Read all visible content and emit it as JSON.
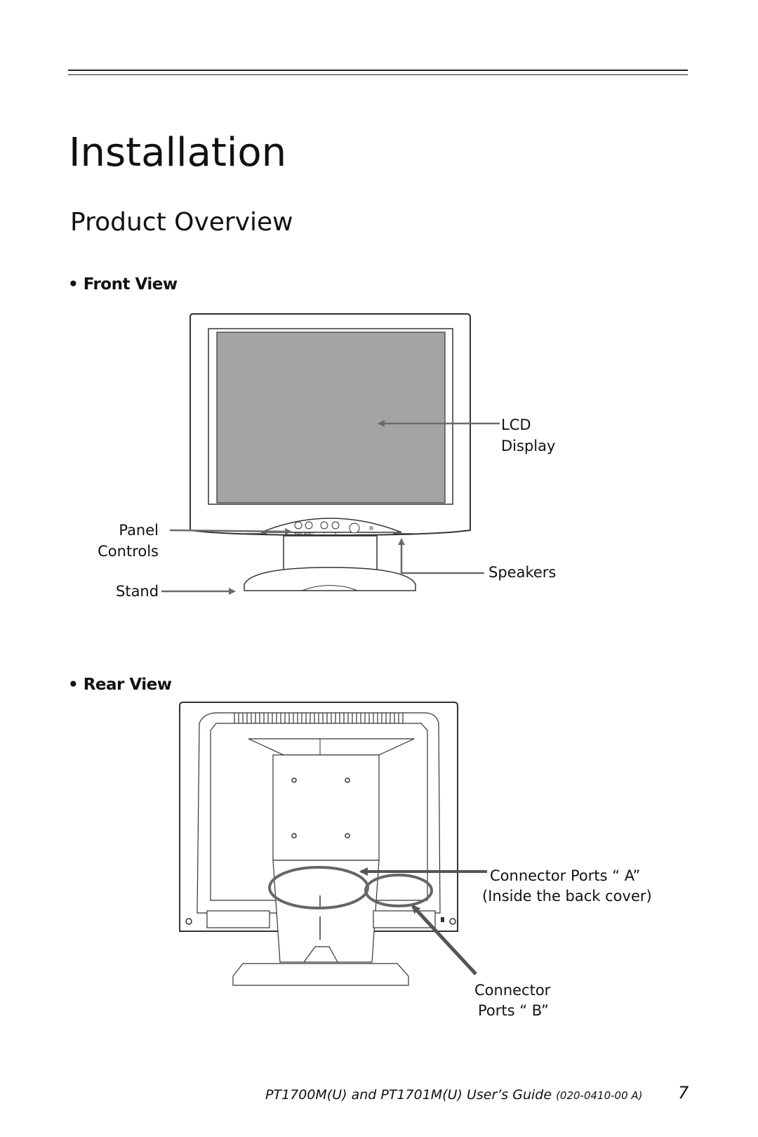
{
  "header": {
    "title": "Installation",
    "subtitle": "Product Overview"
  },
  "front_view": {
    "heading": "• Front View",
    "labels": {
      "lcd_line1": "LCD",
      "lcd_line2": "Display",
      "panel_line1": "Panel",
      "panel_line2": "Controls",
      "speakers": "Speakers",
      "stand": "Stand"
    },
    "button_labels": [
      "MENU",
      "SELECT",
      "–",
      "+"
    ]
  },
  "rear_view": {
    "heading": "• Rear View",
    "labels": {
      "port_a_line1": "Connector Ports “ A”",
      "port_a_line2": "(Inside the back cover)",
      "port_b_line1": "Connector",
      "port_b_line2": "Ports “ B”"
    }
  },
  "footer": {
    "guide": "PT1700M(U) and PT1701M(U) User’s Guide",
    "code": "(020-0410-00 A)",
    "page_number": "7"
  },
  "colors": {
    "screen": "#a4a4a4",
    "arrow": "#6b6b6b",
    "outline": "#333333"
  }
}
